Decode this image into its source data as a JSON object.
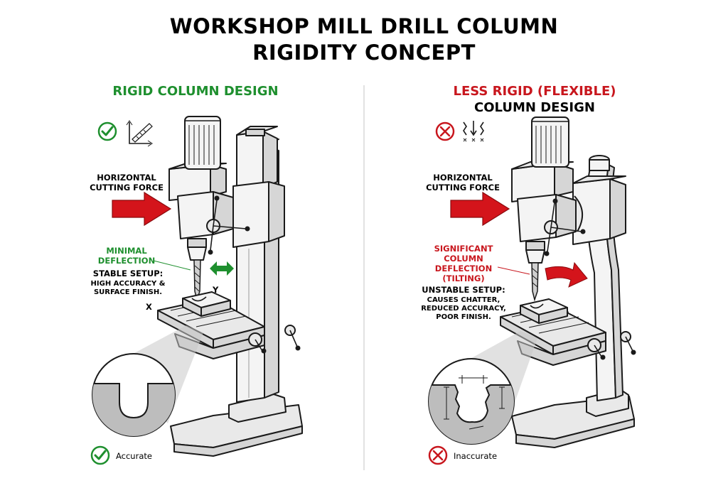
{
  "title": {
    "line1": "WORKSHOP MILL DRILL COLUMN",
    "line2": "RIGIDITY CONCEPT"
  },
  "left_panel": {
    "heading": "RIGID COLUMN DESIGN",
    "heading_color": "#1e8f2e",
    "force_label": [
      "HORIZONTAL",
      "CUTTING FORCE"
    ],
    "deflection_label": [
      "MINIMAL",
      "DEFLECTION"
    ],
    "setup_title": "STABLE SETUP:",
    "setup_desc": [
      "HIGH ACCURACY &",
      "SURFACE FINISH."
    ],
    "axis_x": "X",
    "axis_y": "Y",
    "result_label": "Accurate",
    "status_icon": "check-circle-icon"
  },
  "right_panel": {
    "heading_line1": "LESS RIGID (FLEXIBLE)",
    "heading_line2": "COLUMN DESIGN",
    "heading_color": "#c8161d",
    "force_label": [
      "HORIZONTAL",
      "CUTTING FORCE"
    ],
    "deflection_label": [
      "SIGNIFICANT",
      "COLUMN",
      "DEFLECTION",
      "(TILTING)"
    ],
    "setup_title": "UNSTABLE SETUP:",
    "setup_desc": [
      "CAUSES CHATTER,",
      "REDUCED ACCURACY,",
      "POOR FINISH."
    ],
    "result_label": "Inaccurate",
    "status_icon": "x-circle-icon"
  },
  "colors": {
    "green": "#1e8f2e",
    "red": "#c8161d",
    "arrow_red": "#d4141b",
    "machine_fill": "#e9e9e9"
  }
}
